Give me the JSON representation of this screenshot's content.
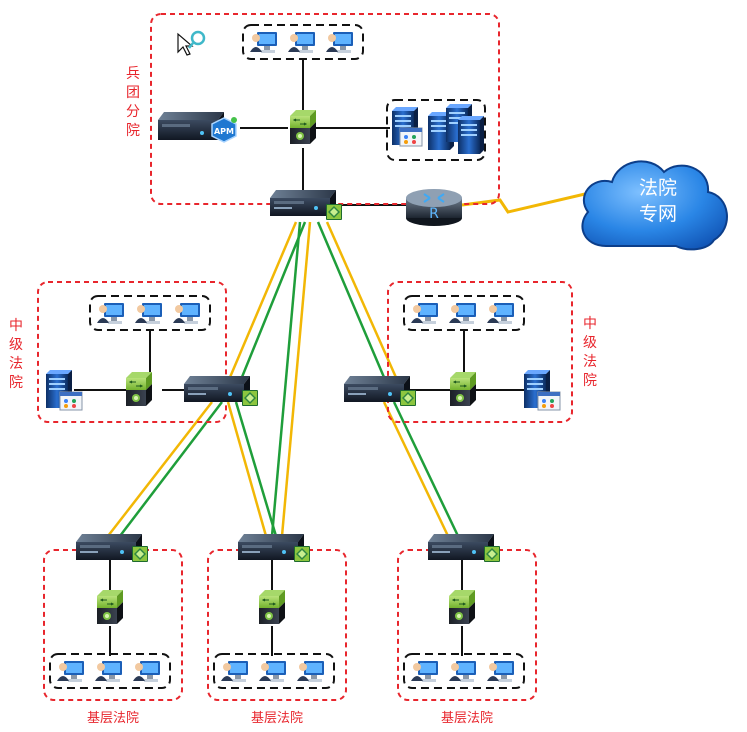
{
  "labels": {
    "bingtuan": [
      "兵",
      "团",
      "分",
      "院"
    ],
    "mid_left": [
      "中",
      "级",
      "法",
      "院"
    ],
    "mid_right": [
      "中",
      "级",
      "法",
      "院"
    ],
    "basic_1": "基层法院",
    "basic_2": "基层法院",
    "basic_3": "基层法院",
    "cloud": [
      "法院",
      "专网"
    ],
    "apm_badge": "APM",
    "router_letter": "R"
  },
  "colors": {
    "region_border": "#e8262d",
    "label_text": "#e8262d",
    "link_yellow": "#f2b705",
    "link_green": "#1f9e3a",
    "cloud_fill": "#1a73d9",
    "cloud_text": "#ffffff",
    "switch_green": "#8cc63f",
    "chassis": "#1f2a3a"
  }
}
